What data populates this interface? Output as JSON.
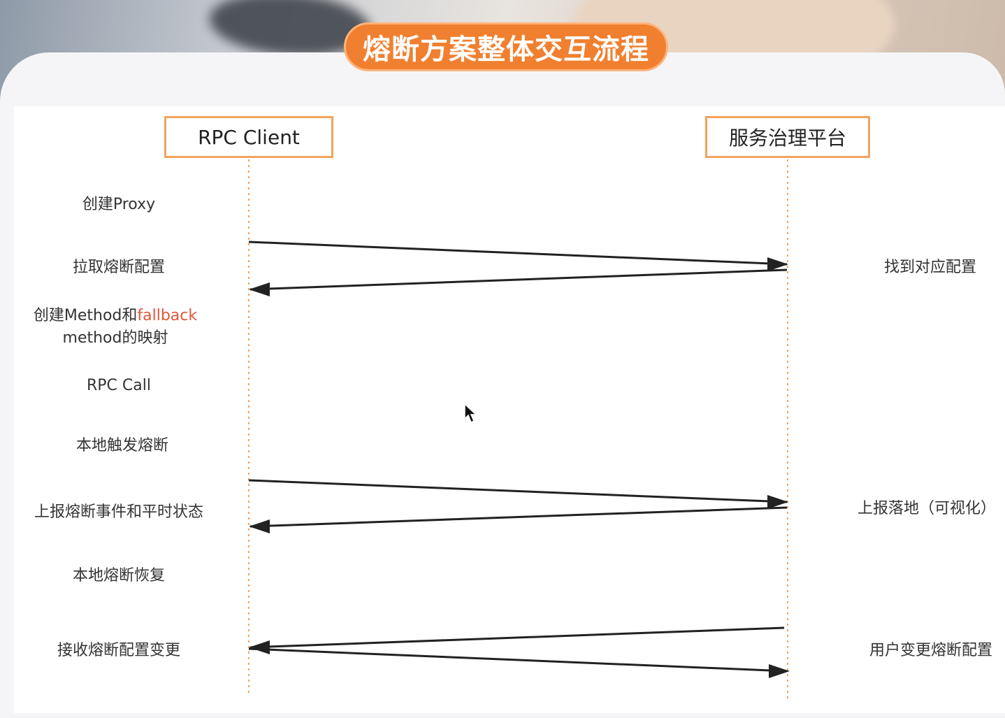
{
  "title": "熔断方案整体交互流程",
  "actors": {
    "client": "RPC Client",
    "platform": "服务治理平台"
  },
  "left_steps": {
    "create_proxy": "创建Proxy",
    "pull_config": "拉取熔断配置",
    "create_mapping_a": "创建Method和",
    "create_mapping_b": "fallback",
    "create_mapping_c": "method的映射",
    "rpc_call": "RPC Call",
    "local_trigger": "本地触发熔断",
    "report_event": "上报熔断事件和平时状态",
    "local_recover": "本地熔断恢复",
    "receive_change": "接收熔断配置变更"
  },
  "right_steps": {
    "find_config": "找到对应配置",
    "report_store": "上报落地（可视化）",
    "user_change": "用户变更熔断配置"
  },
  "colors": {
    "accent": "#f0802f",
    "lifeline": "#f3a35c",
    "arrow": "#222222"
  }
}
